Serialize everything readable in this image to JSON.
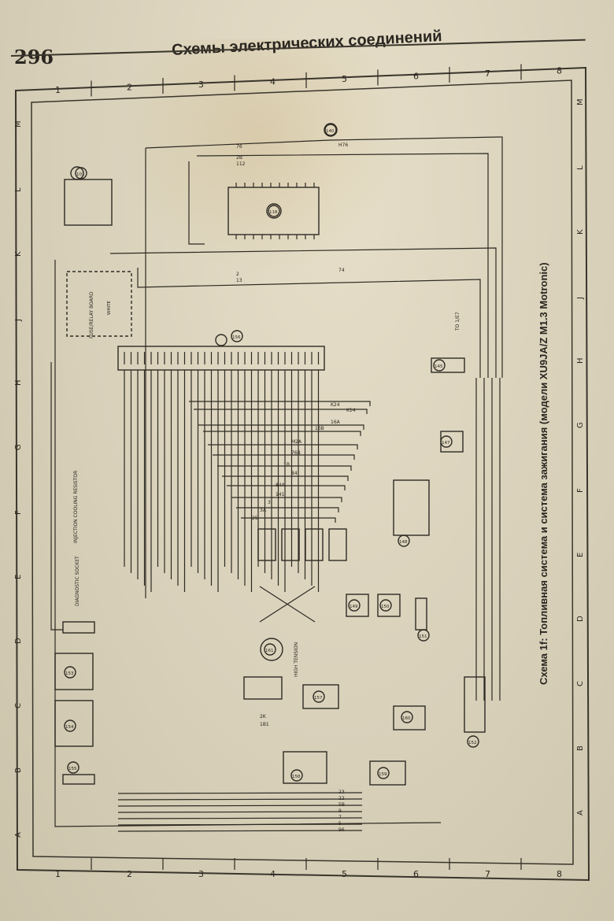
{
  "page": {
    "number": "296",
    "section_title": "Схемы электрических соединений",
    "caption": "Схема 1f: Топливная система и система зажигания (модели XU9JA/Z M1.3 Motronic)"
  },
  "frame": {
    "column_labels": [
      "1",
      "2",
      "3",
      "4",
      "5",
      "6",
      "7",
      "8"
    ],
    "row_labels": [
      "M",
      "L",
      "K",
      "J",
      "H",
      "G",
      "F",
      "E",
      "D",
      "C",
      "B",
      "A"
    ]
  },
  "component_labels": {
    "fuse_relay_board": "FUSE/RELAY BOARD",
    "injection_resistor": "INJECTION COOLING RESISTOR",
    "diagnostic_socket": "DIAGNOSTIC SOCKET",
    "high_tension": "HIGH TENSION",
    "to_ve7": "TO 1/E7",
    "white": "WHITE"
  },
  "component_ids": [
    "101",
    "118",
    "140",
    "145",
    "147",
    "148",
    "149",
    "150",
    "151",
    "152",
    "153",
    "154",
    "155",
    "156",
    "157",
    "158",
    "159",
    "160",
    "161"
  ],
  "wire_labels": [
    "76",
    "H76",
    "2B",
    "112",
    "2",
    "74",
    "13",
    "K24",
    "K14",
    "16A",
    "16B",
    "M2A",
    "76B",
    "1B",
    "84",
    "84A",
    "141",
    "3",
    "3A",
    "25",
    "23",
    "22",
    "5B",
    "9",
    "7",
    "5",
    "96",
    "2K",
    "1B1"
  ]
}
